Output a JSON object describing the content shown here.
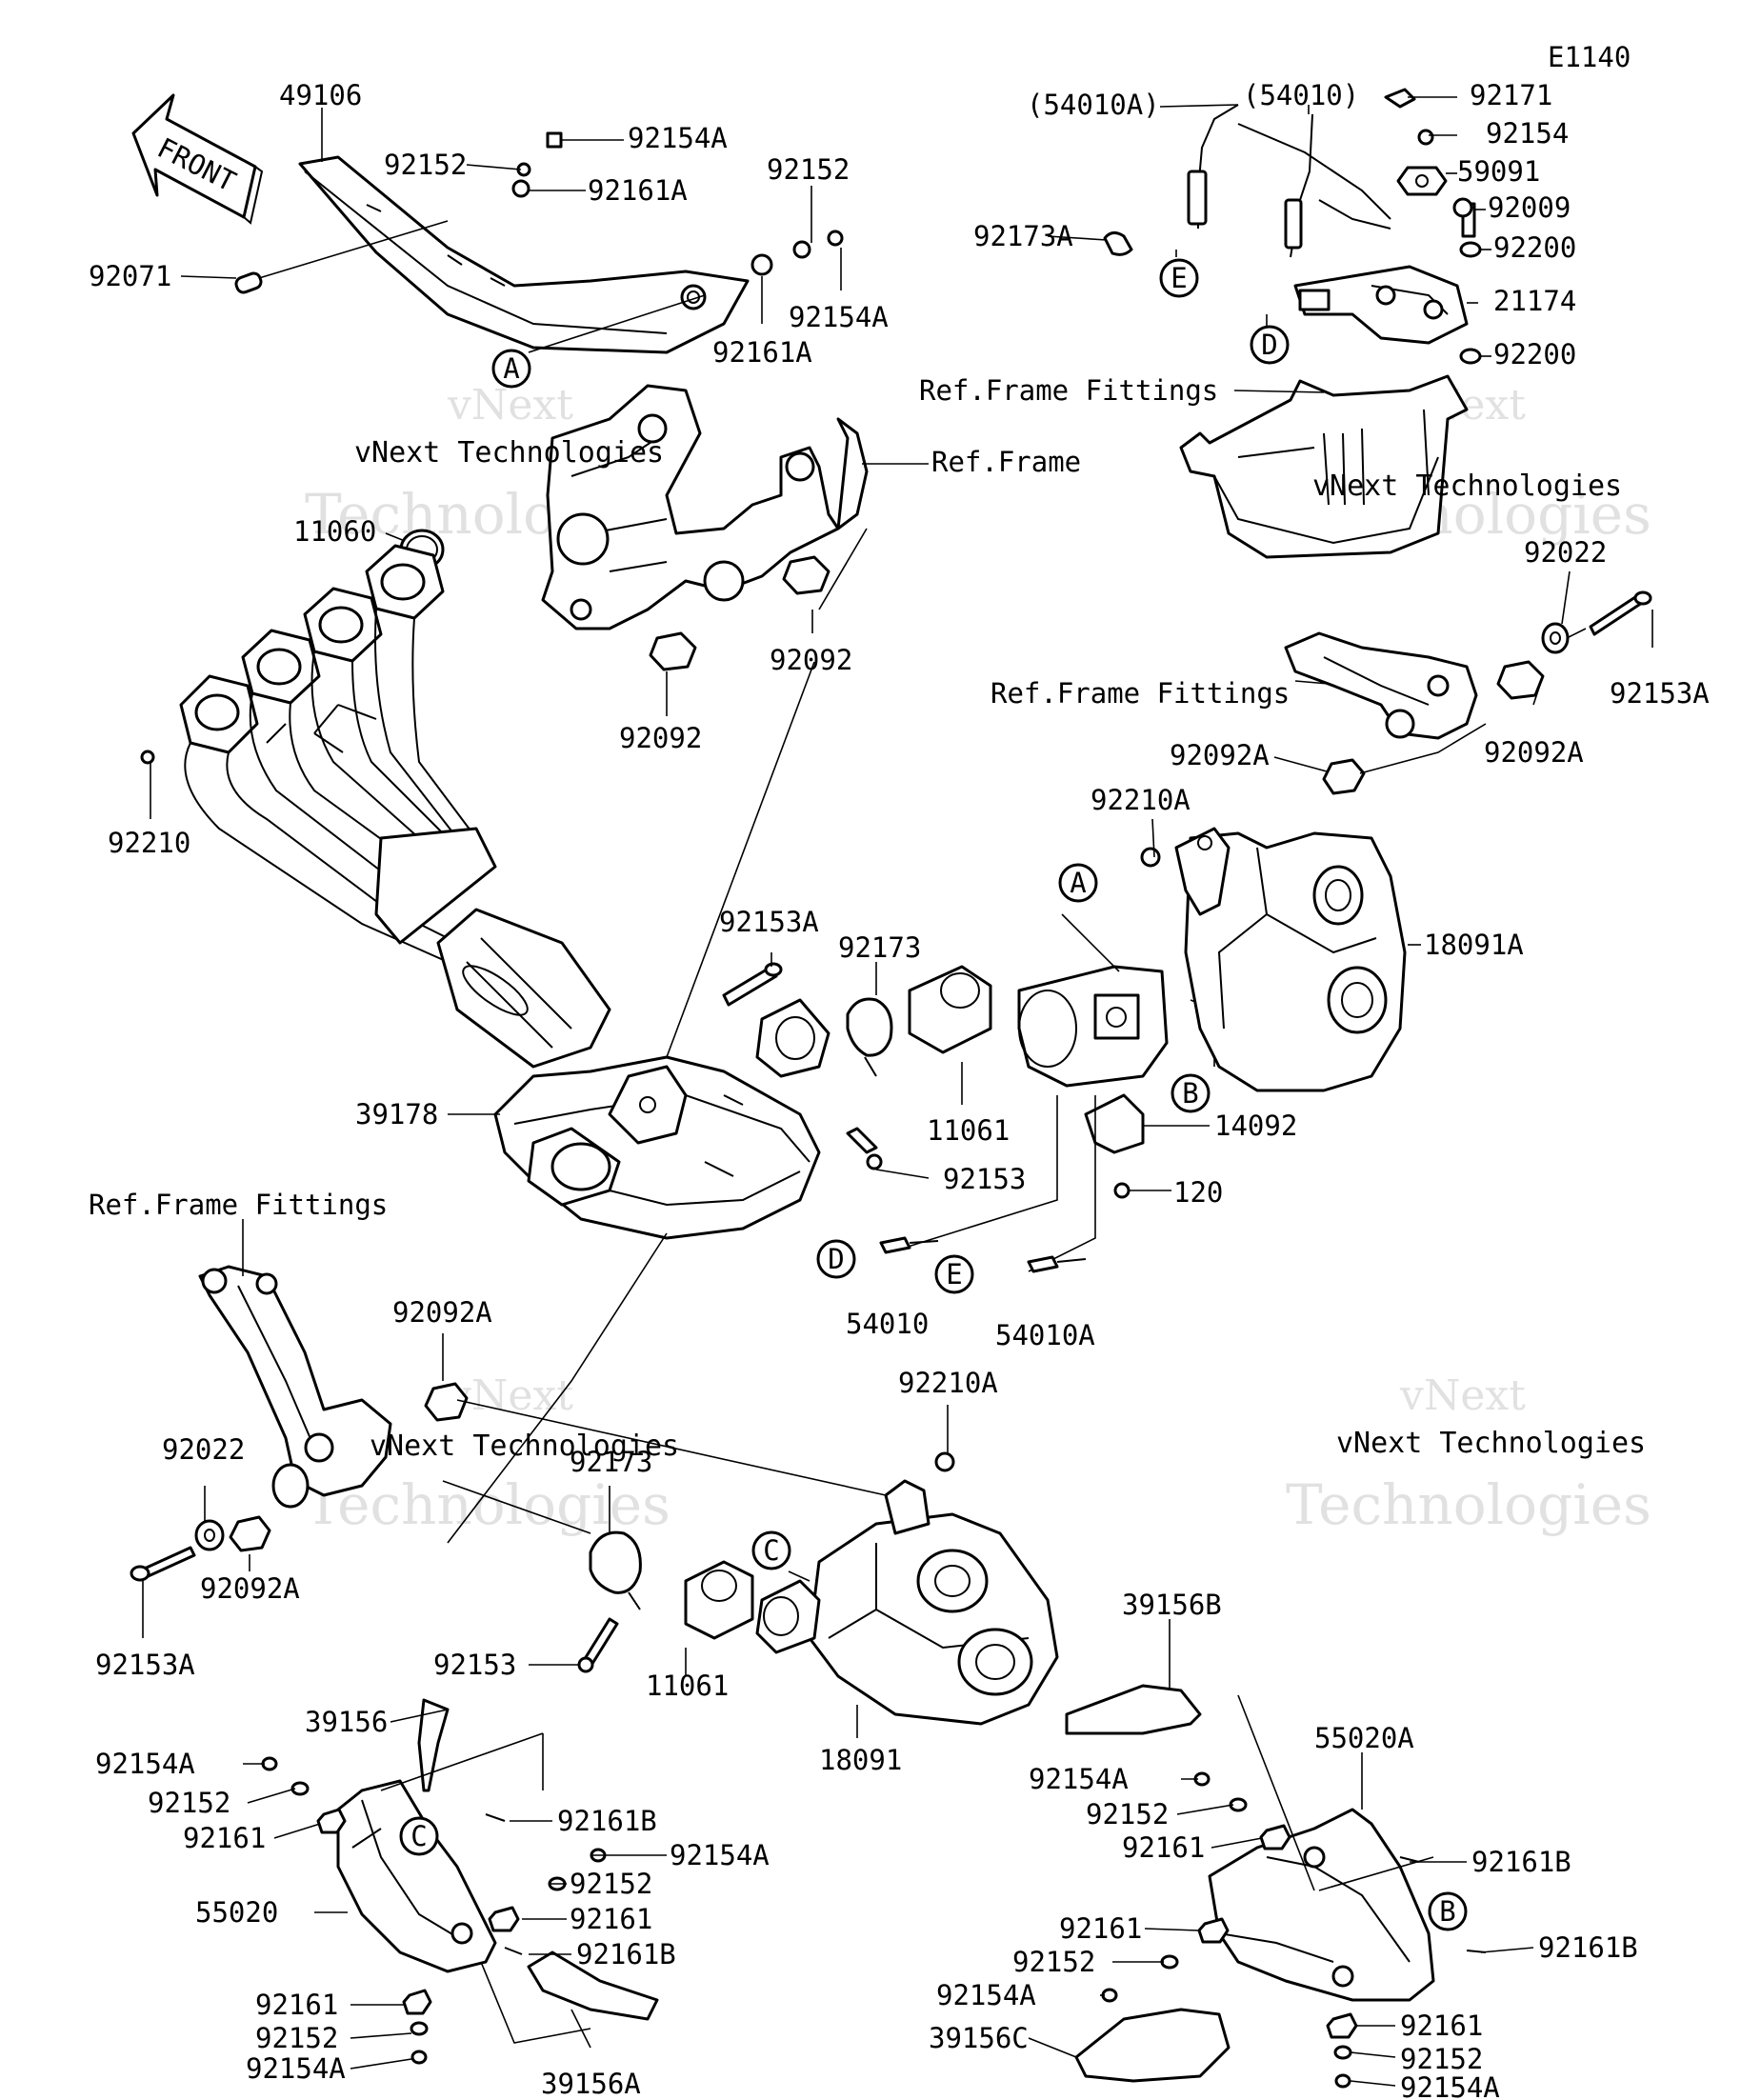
{
  "diagram_code": "E1140",
  "front_arrow_text": "FRONT",
  "watermark": {
    "line1": "vNext Technologies",
    "line2": "vNext",
    "line3": "Technologies"
  },
  "callouts": [
    "A",
    "B",
    "C",
    "D",
    "E"
  ],
  "labels": {
    "l49106": "49106",
    "l92152a": "92152",
    "l92154Aa": "92154A",
    "l92161Aa": "92161A",
    "l92152b": "92152",
    "l92154Ab": "92154A",
    "l92161Ab": "92161A",
    "l92071": "92071",
    "l54010Ap": "(54010A)",
    "l54010p": "(54010)",
    "l92171": "92171",
    "l92154": "92154",
    "l59091": "59091",
    "l92009": "92009",
    "l92200a": "92200",
    "l92173A": "92173A",
    "l21174": "21174",
    "l92200b": "92200",
    "lRefFF1": "Ref.Frame Fittings",
    "lRefFrame": "Ref.Frame",
    "l11060": "11060",
    "l92092a": "92092",
    "l92092b": "92092",
    "l92022a": "92022",
    "l92153Aa": "92153A",
    "lRefFF2": "Ref.Frame Fittings",
    "l92092Aa": "92092A",
    "l92092Ab": "92092A",
    "l92210": "92210",
    "l92210Aa": "92210A",
    "l18091A": "18091A",
    "l92153Ab": "92153A",
    "l92173a": "92173",
    "l39178": "39178",
    "l11061a": "11061",
    "l14092": "14092",
    "l92153a": "92153",
    "l120": "120",
    "l54010": "54010",
    "l54010A": "54010A",
    "lRefFF3": "Ref.Frame Fittings",
    "l92092Ac": "92092A",
    "l92210Ab": "92210A",
    "l92022b": "92022",
    "l92173b": "92173",
    "l92092Ad": "92092A",
    "l92153Ac": "92153A",
    "l92153b": "92153",
    "l11061b": "11061",
    "l39156B": "39156B",
    "l39156": "39156",
    "l18091": "18091",
    "l55020A": "55020A",
    "l92154Ac": "92154A",
    "l92152c": "92152",
    "l92161a": "92161",
    "l92161Ba": "92161B",
    "l92154Ad": "92154A",
    "l92152d": "92152",
    "l92161b": "92161",
    "l92161Bb": "92161B",
    "l55020": "55020",
    "l92154Ae": "92154A",
    "l92152e": "92152",
    "l92161c": "92161",
    "l92161Bc": "92161B",
    "l92161d": "92161",
    "l92152f": "92152",
    "l92154Af": "92154A",
    "l92161Bd": "92161B",
    "l92161e": "92161",
    "l92152g": "92152",
    "l92154Ag": "92154A",
    "l39156A": "39156A",
    "l39156C": "39156C",
    "l92161f": "92161",
    "l92152h": "92152",
    "l92154Ah": "92154A"
  }
}
